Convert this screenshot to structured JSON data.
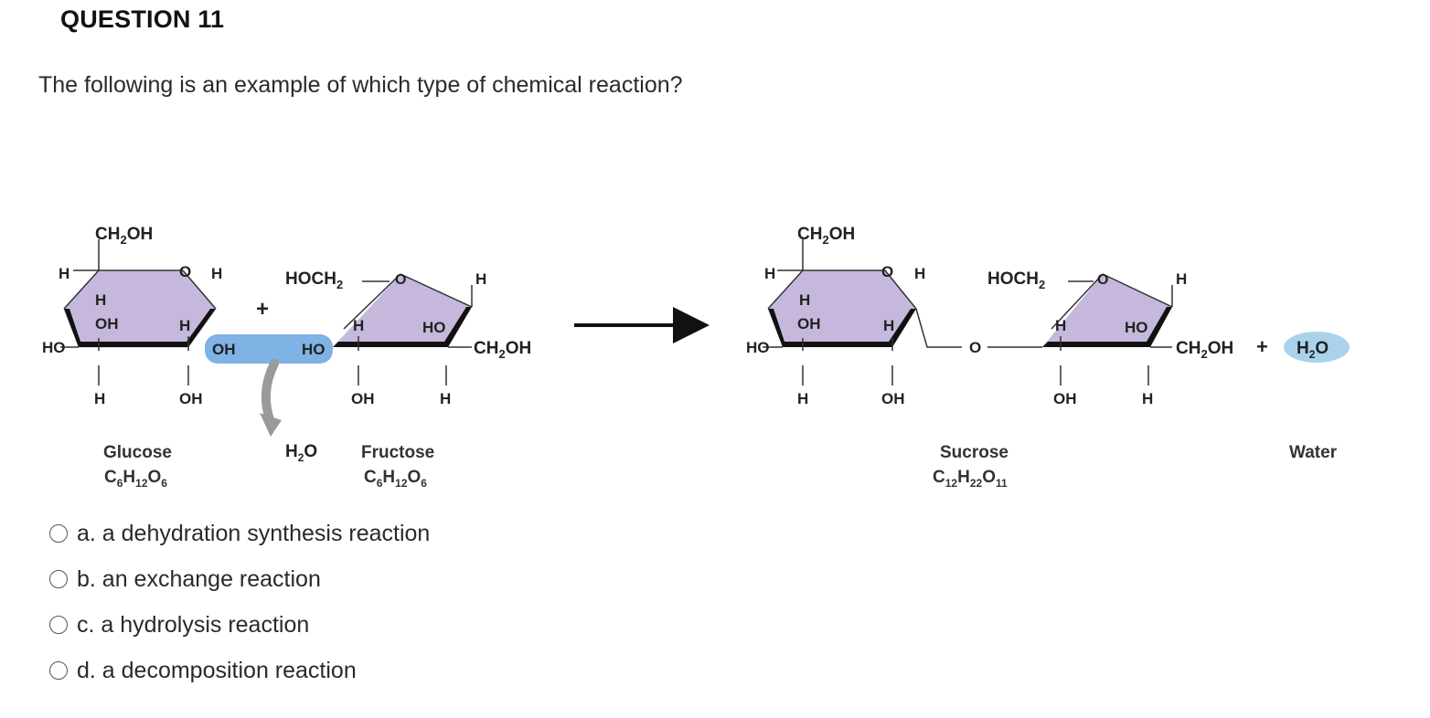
{
  "question": {
    "title": "QUESTION 11",
    "text": "The following is an example of which type of chemical reaction?"
  },
  "figure": {
    "glucose": {
      "labels": {
        "ch2oh": "CH",
        "ch2oh_sub": "2",
        "ch2oh_tail": "OH",
        "ring_o": "O",
        "h_left": "H",
        "h_right": "H",
        "h_inner": "H",
        "oh_inner": "OH",
        "h_right2": "H",
        "ho_left": "HO",
        "oh_side": "OH",
        "h_bottom": "H",
        "oh_bottom": "OH"
      },
      "name": "Glucose",
      "formula": {
        "c": "C",
        "c_sub": "6",
        "h": "H",
        "h_sub": "12",
        "o": "O",
        "o_sub": "6"
      }
    },
    "fructose": {
      "labels": {
        "hoch2": "HOCH",
        "hoch2_sub": "2",
        "ring_o": "O",
        "h_top": "H",
        "h_inner": "H",
        "ho_inner": "HO",
        "ho_left": "HO",
        "ch2oh": "CH",
        "ch2oh_sub": "2",
        "ch2oh_tail": "OH",
        "oh_bottom": "OH",
        "h_bottom": "H"
      },
      "name": "Fructose",
      "formula": {
        "c": "C",
        "c_sub": "6",
        "h": "H",
        "h_sub": "12",
        "o": "O",
        "o_sub": "6"
      }
    },
    "plus": "+",
    "water_released": {
      "h": "H",
      "h_sub": "2",
      "o": "O"
    },
    "sucrose": {
      "labels": {
        "ch2oh": "CH",
        "ch2oh_sub": "2",
        "ch2oh_tail": "OH",
        "ring_o": "O",
        "h1": "H",
        "h2": "H",
        "h_inner": "H",
        "oh_inner": "OH",
        "h_right": "H",
        "ho_left": "HO",
        "h_bottom": "H",
        "oh_bottom": "OH",
        "hoch2": "HOCH",
        "hoch2_sub": "2",
        "ring_o2": "O",
        "h_top": "H",
        "h_inner2": "H",
        "ho_inner": "HO",
        "bridge_o": "O",
        "ch2oh2": "CH",
        "ch2oh2_sub": "2",
        "ch2oh2_tail": "OH",
        "oh_bottom2": "OH",
        "h_bottom2": "H"
      },
      "name": "Sucrose",
      "formula": {
        "c": "C",
        "c_sub": "12",
        "h": "H",
        "h_sub": "22",
        "o": "O",
        "o_sub": "11"
      }
    },
    "plus2": "+",
    "water": {
      "h": "H",
      "h_sub": "2",
      "o": "O",
      "name": "Water"
    },
    "colors": {
      "ring_fill": "#c6b8dc",
      "ring_edge": "#111111",
      "highlight": "#7fb2e5",
      "water_bubble": "#a9d3ea",
      "arrow_gray": "#9a9a9a"
    }
  },
  "options": [
    {
      "label": "a. a dehydration synthesis reaction"
    },
    {
      "label": "b. an exchange reaction"
    },
    {
      "label": "c. a hydrolysis reaction"
    },
    {
      "label": "d. a decomposition reaction"
    }
  ]
}
